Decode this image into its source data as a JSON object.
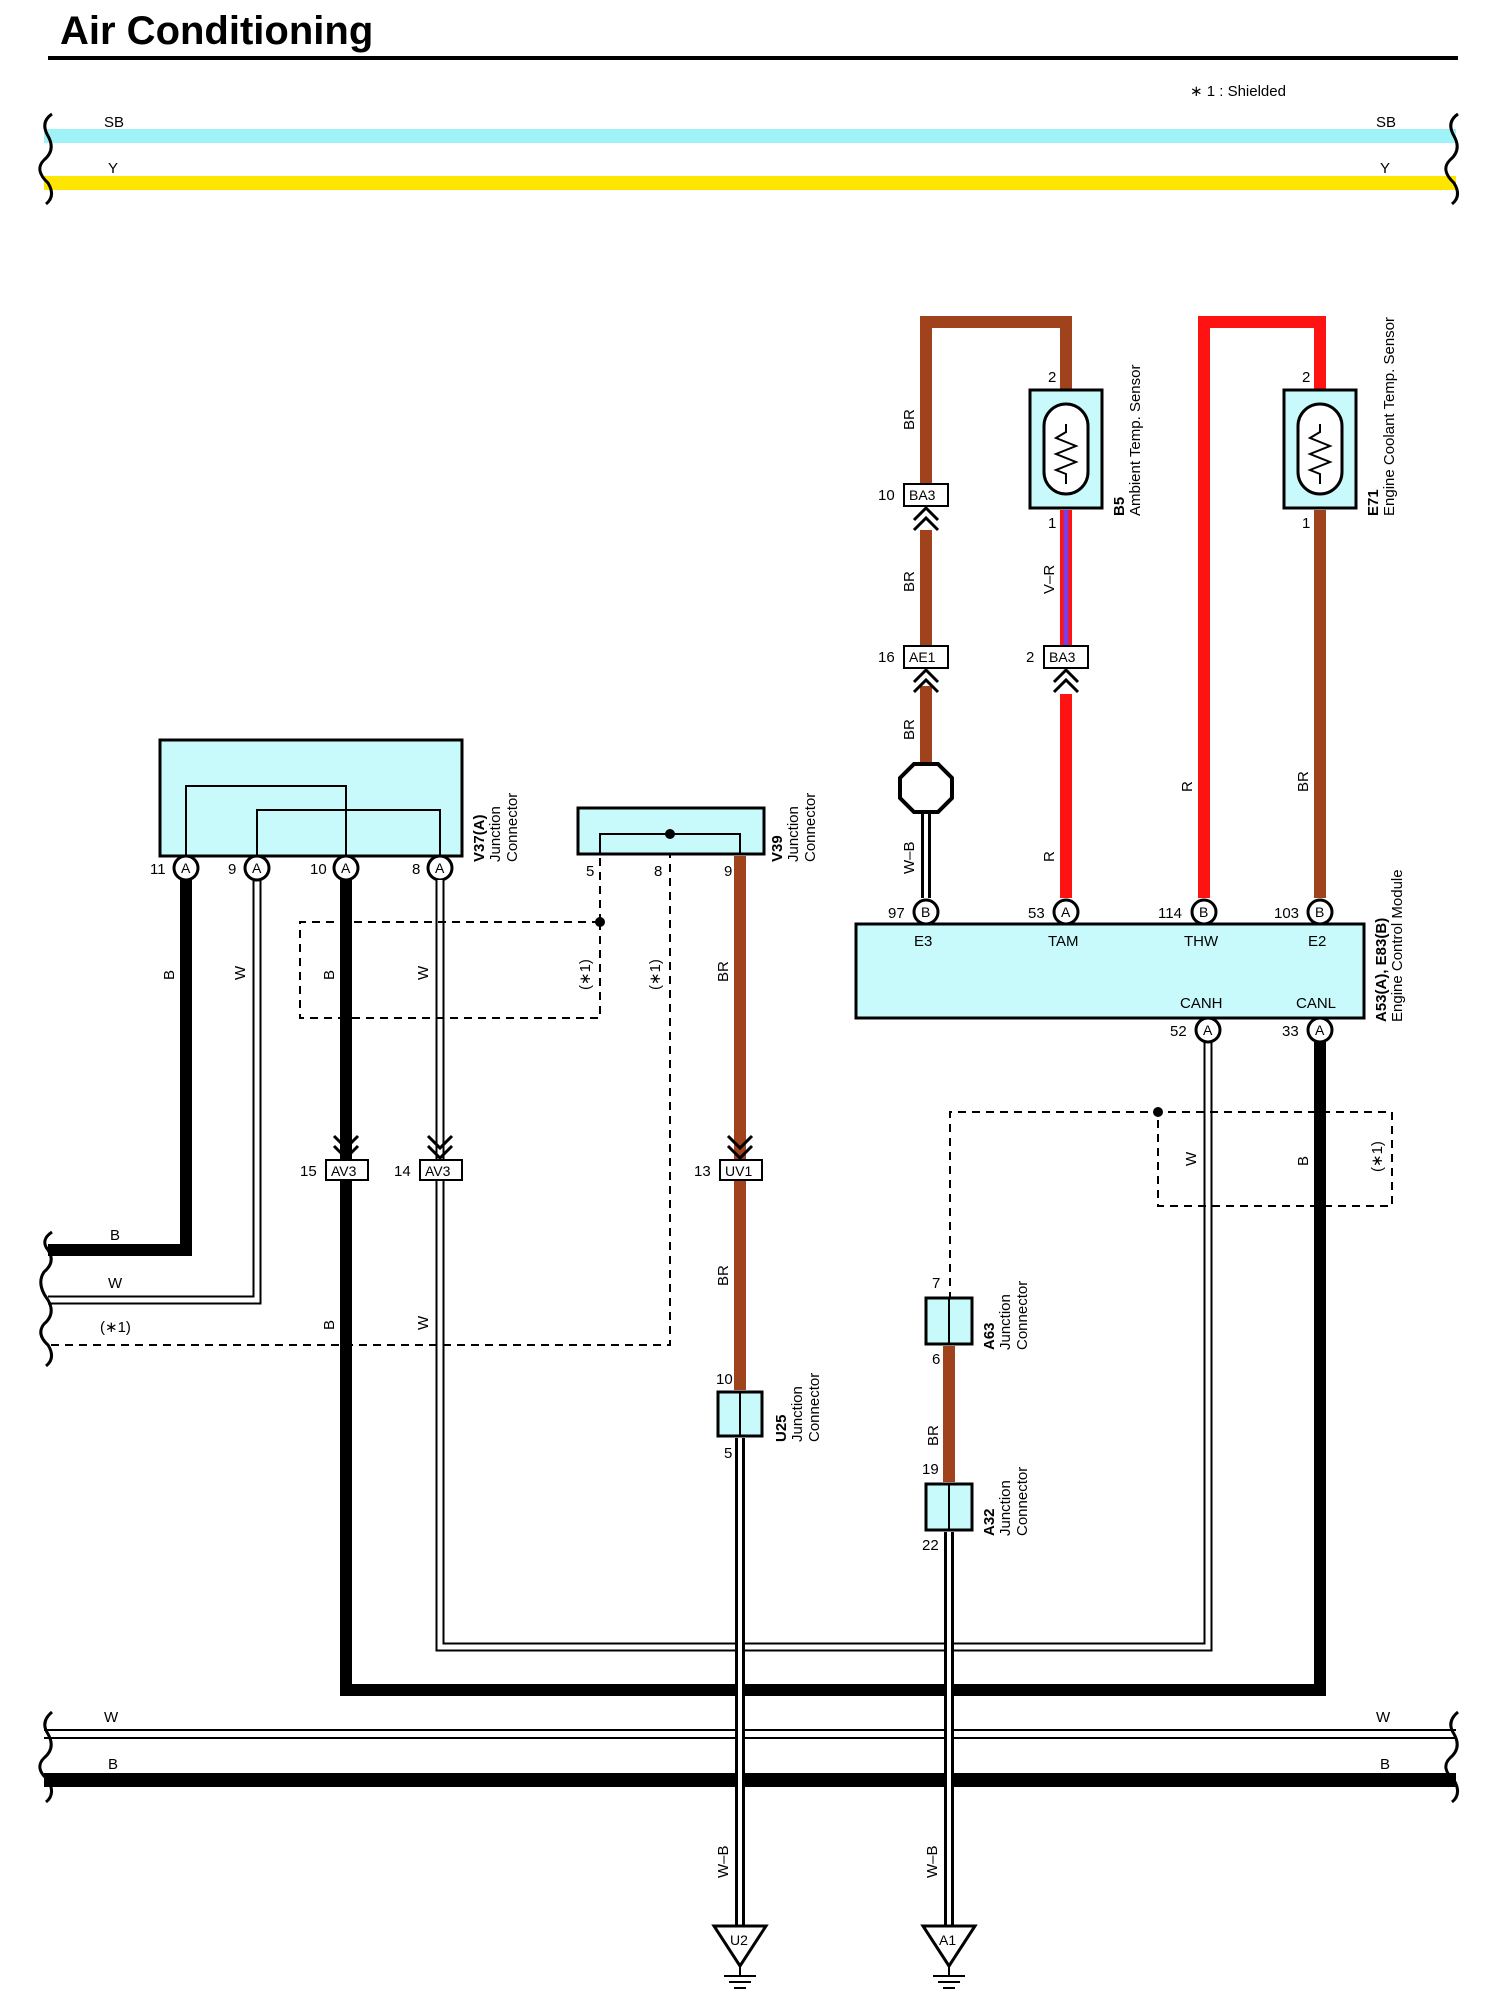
{
  "title": "Air Conditioning",
  "note": "∗ 1 : Shielded",
  "colors": {
    "BR": "#a0421b",
    "R": "#ff1212",
    "B": "#000000",
    "W": "#ffffff",
    "SB": "#9ff2f7",
    "Y": "#ffe600",
    "V": "#7d3de0",
    "box": "#c8fafc"
  },
  "buses": {
    "top_sb": {
      "left": "SB",
      "right": "SB"
    },
    "top_y": {
      "left": "Y",
      "right": "Y"
    },
    "bottom_w": {
      "left": "W",
      "right": "W"
    },
    "bottom_b": {
      "left": "B",
      "right": "B"
    }
  },
  "left_labels": {
    "b": "B",
    "w": "W",
    "shield": "(∗1)"
  },
  "components": {
    "v37": {
      "code": "V37(A)",
      "desc1": "Junction",
      "desc2": "Connector",
      "pins": {
        "p11": "11",
        "p9": "9",
        "p10": "10",
        "p8": "8"
      },
      "letter": "A"
    },
    "v39": {
      "code": "V39",
      "desc1": "Junction",
      "desc2": "Connector",
      "pins": {
        "p5": "5",
        "p8": "8",
        "p9": "9"
      }
    },
    "b5": {
      "code": "B5",
      "desc": "Ambient Temp. Sensor",
      "pins": {
        "p2": "2",
        "p1": "1"
      }
    },
    "e71": {
      "code": "E71",
      "desc": "Engine Coolant Temp. Sensor",
      "pins": {
        "p2": "2",
        "p1": "1"
      }
    },
    "ecm": {
      "code": "A53(A), E83(B)",
      "desc": "Engine Control Module",
      "terminals": {
        "e3": "E3",
        "tam": "TAM",
        "thw": "THW",
        "e2": "E2",
        "canh": "CANH",
        "canl": "CANL"
      },
      "pins": {
        "p97": "97",
        "p53": "53",
        "p114": "114",
        "p103": "103",
        "p52": "52",
        "p33": "33"
      },
      "letters": {
        "p97": "B",
        "p53": "A",
        "p114": "B",
        "p103": "B",
        "p52": "A",
        "p33": "A"
      }
    },
    "u25": {
      "code": "U25",
      "desc1": "Junction",
      "desc2": "Connector",
      "pins": {
        "p10": "10",
        "p5": "5"
      }
    },
    "a63": {
      "code": "A63",
      "desc1": "Junction",
      "desc2": "Connector",
      "pins": {
        "p7": "7",
        "p6": "6"
      }
    },
    "a32": {
      "code": "A32",
      "desc1": "Junction",
      "desc2": "Connector",
      "pins": {
        "p19": "19",
        "p22": "22"
      }
    }
  },
  "connectors": {
    "ba3_top": {
      "code": "BA3",
      "pin": "10"
    },
    "ae1": {
      "code": "AE1",
      "pin": "16"
    },
    "ba3_mid": {
      "code": "BA3",
      "pin": "2"
    },
    "av3_15": {
      "code": "AV3",
      "pin": "15"
    },
    "av3_14": {
      "code": "AV3",
      "pin": "14"
    },
    "uv1": {
      "code": "UV1",
      "pin": "13"
    }
  },
  "wire_labels": {
    "br_top": "BR",
    "br_mid": "BR",
    "br_low": "BR",
    "wb_ecm": "W–B",
    "vr": "V–R",
    "r_tam": "R",
    "r_thw": "R",
    "br_e2": "BR",
    "b_11": "B",
    "w_9": "W",
    "b_10": "B",
    "w_8": "W",
    "s1_a": "(∗1)",
    "s1_b": "(∗1)",
    "br_v39": "BR",
    "b_lower": "B",
    "w_lower": "W",
    "br_uv1": "BR",
    "br_a63": "BR",
    "w_canh": "W",
    "b_canl": "B",
    "s1_c": "(∗1)",
    "wb_u2": "W–B",
    "wb_a1": "W–B"
  },
  "grounds": {
    "u2": "U2",
    "a1": "A1"
  }
}
